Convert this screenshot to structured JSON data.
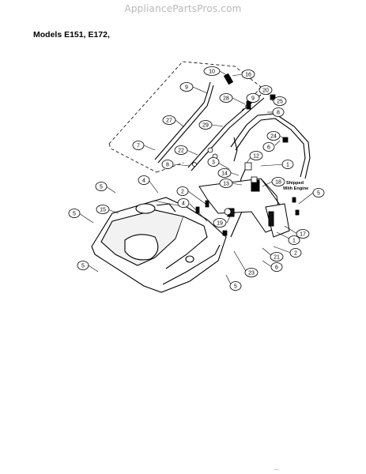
{
  "watermark": "AppliancePartsPros.com",
  "title": "Models E151, E172,",
  "note": {
    "line1": "Shipped",
    "line2": "With Engine"
  },
  "callouts": [
    "10",
    "16",
    "9",
    "20",
    "28",
    "25",
    "9",
    "8",
    "27",
    "29",
    "24",
    "6",
    "7",
    "22",
    "8",
    "3",
    "12",
    "1",
    "14",
    "13",
    "18",
    "4",
    "2",
    "5",
    "5",
    "15",
    "19",
    "4",
    "5",
    "17",
    "1",
    "2",
    "21",
    "6",
    "23",
    "5",
    "5"
  ],
  "page_mark": "---"
}
